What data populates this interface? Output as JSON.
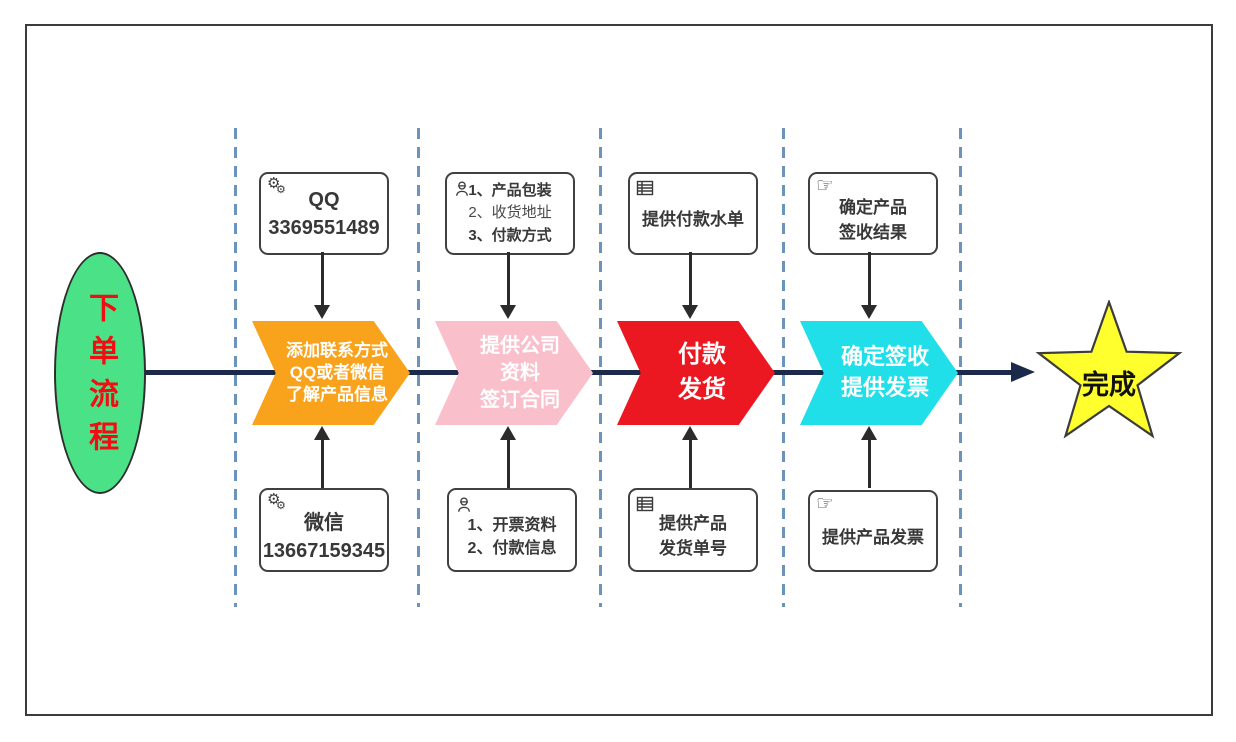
{
  "start_ellipse": {
    "label": "下单流程"
  },
  "finish_star": {
    "label": "完成"
  },
  "colors": {
    "stage_contact": "#f9a21b",
    "stage_company_info": "#f9c0cc",
    "stage_payment": "#ec1821",
    "stage_receipt": "#20dfe8",
    "start_ellipse_fill": "#4be287",
    "start_ellipse_text": "#f20d12",
    "finish_star_fill": "#ffff2e",
    "flow_line": "#1b2a4a",
    "lane_divider": "#6b93bb"
  },
  "stages": [
    {
      "name": "contact",
      "chevron": {
        "lines": [
          "添加联系方式",
          "QQ或者微信",
          "了解产品信息"
        ]
      },
      "top_box": {
        "icon": "gears-icon",
        "lines": [
          "QQ",
          "3369551489"
        ]
      },
      "bottom_box": {
        "icon": "gears-icon",
        "lines": [
          "微信",
          "13667159345"
        ]
      }
    },
    {
      "name": "company-info",
      "chevron": {
        "lines": [
          "提供公司",
          "资料",
          "签订合同"
        ]
      },
      "top_box": {
        "icon": "worker-icon",
        "lines": [
          "1、产品包装",
          "2、收货地址",
          "3、付款方式"
        ]
      },
      "bottom_box": {
        "icon": "worker-icon",
        "lines": [
          "1、开票资料",
          "2、付款信息"
        ]
      }
    },
    {
      "name": "payment-shipping",
      "chevron": {
        "lines": [
          "付款",
          "发货"
        ]
      },
      "top_box": {
        "icon": "table-icon",
        "lines": [
          "提供付款水单"
        ]
      },
      "bottom_box": {
        "icon": "table-icon",
        "lines": [
          "提供产品",
          "发货单号"
        ]
      }
    },
    {
      "name": "receipt-invoice",
      "chevron": {
        "lines": [
          "确定签收",
          "提供发票"
        ]
      },
      "top_box": {
        "icon": "pointing-hand-icon",
        "lines": [
          "确定产品",
          "签收结果"
        ]
      },
      "bottom_box": {
        "icon": "pointing-hand-icon",
        "lines": [
          "提供产品发票"
        ]
      }
    }
  ]
}
